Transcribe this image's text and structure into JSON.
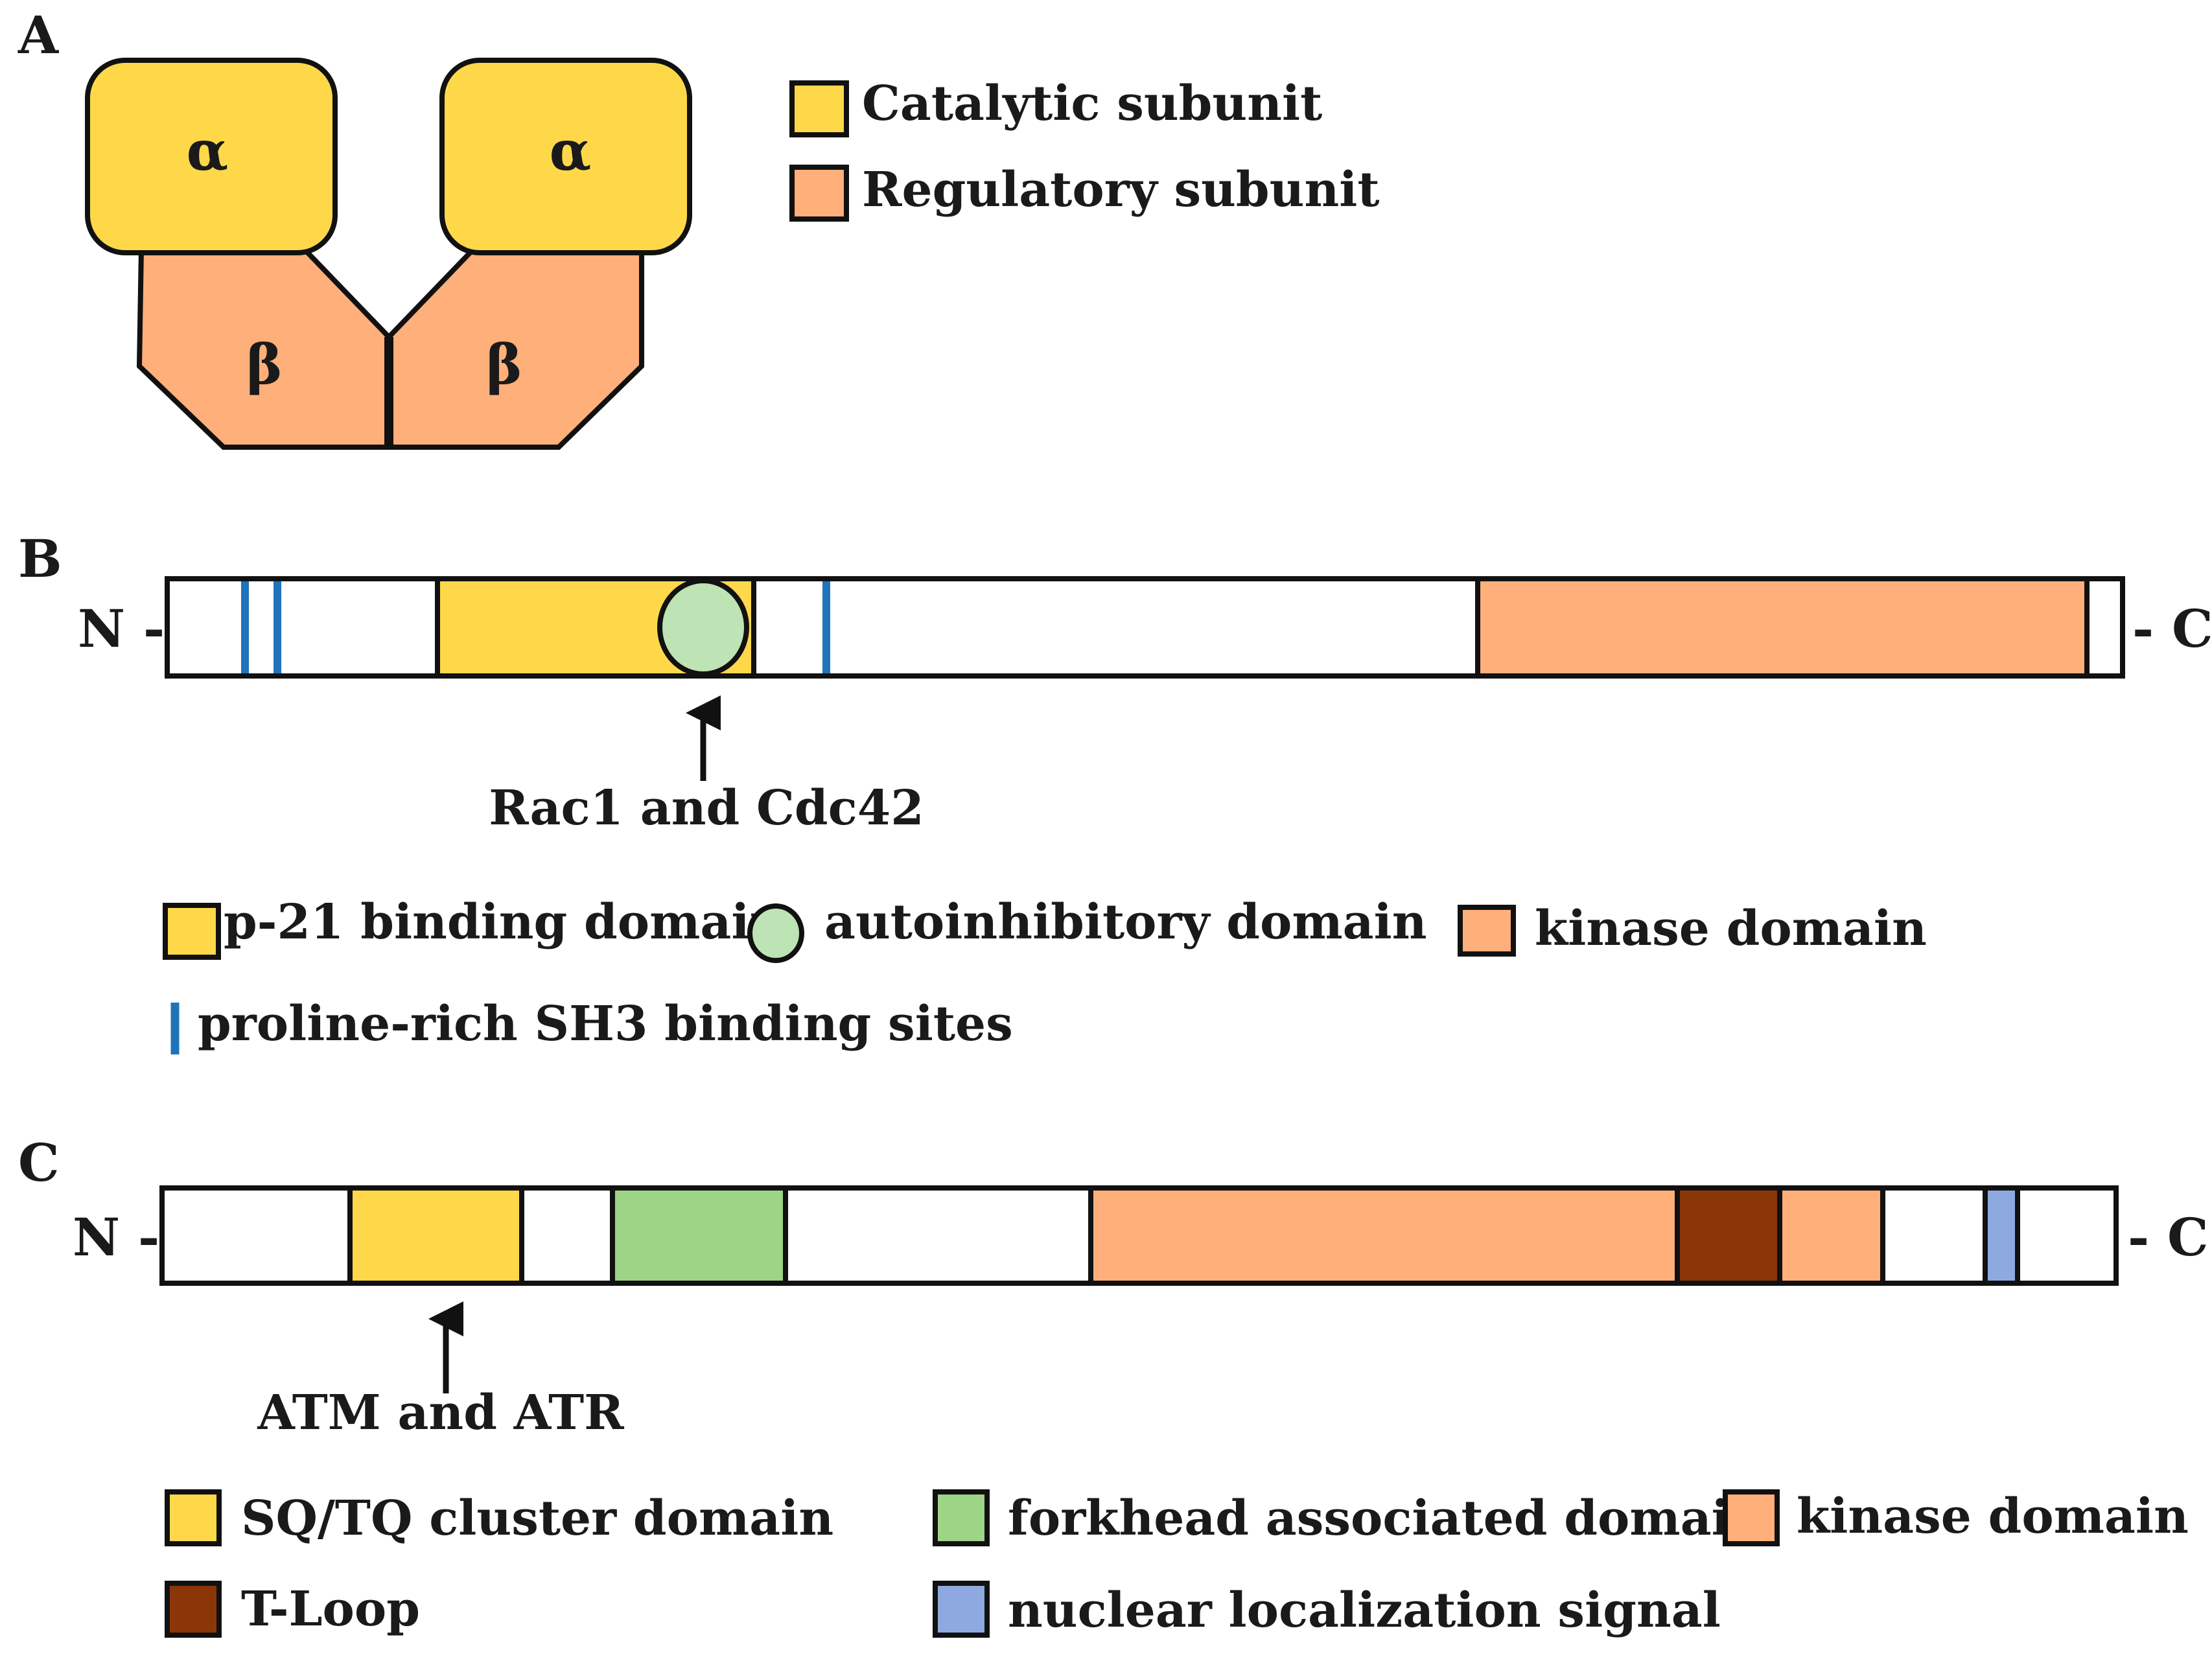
{
  "colors": {
    "catalytic": "#FFD84A",
    "regulatory": "#FFAF7A",
    "autoinhibitory": "#BEE3B4",
    "proline": "#1F73B9",
    "forkhead": "#9DD486",
    "tloop": "#8B3608",
    "nls": "#8EA9DF",
    "outline": "#111111"
  },
  "panel_a": {
    "label": "A",
    "alpha_symbol": "α",
    "beta_symbol": "β",
    "legend": [
      {
        "label": "Catalytic subunit",
        "color": "#FFD84A"
      },
      {
        "label": "Regulatory subunit",
        "color": "#FFAF7A"
      }
    ]
  },
  "panel_b": {
    "label": "B",
    "n_terminal": "N -",
    "c_terminal": "- C",
    "arrow_label": "Rac1 and Cdc42",
    "legend": {
      "p21": "p-21 binding domain",
      "autoinhibitory": "autoinhibitory domain",
      "kinase": "kinase domain",
      "proline": "proline-rich SH3 binding sites"
    }
  },
  "panel_c": {
    "label": "C",
    "n_terminal": "N -",
    "c_terminal": "- C",
    "arrow_label": "ATM and ATR",
    "legend": {
      "sqtq": "SQ/TQ cluster domain",
      "forkhead": "forkhead associated domain",
      "kinase": "kinase domain",
      "tloop": "T-Loop",
      "nls": "nuclear localization signal"
    }
  }
}
